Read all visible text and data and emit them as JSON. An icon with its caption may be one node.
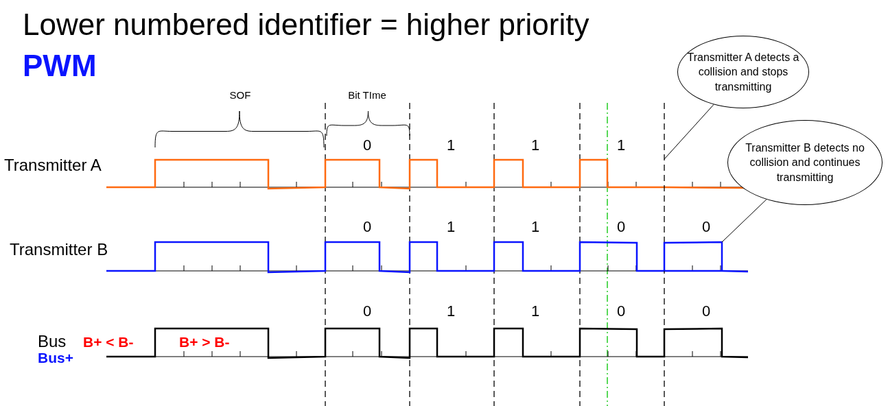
{
  "diagram": {
    "title": "Lower numbered identifier = higher priority",
    "nodes": [
      {
        "text": [
          "Transmitter A detects a collision and stops transmitting"
        ]
      },
      {
        "text": [
          "Transmitter B detects no collision and continues transmitting"
        ]
      },
      {
        "text": [],
        "shape": "line"
      },
      {
        "text": [],
        "shape": "pulse"
      }
    ],
    "edges": [
      {
        "from": 0,
        "to": 2,
        "arrow": "none"
      },
      {
        "from": 1,
        "to": 3,
        "arrow": "none"
      }
    ],
    "labels": [
      "PWM",
      "SOF",
      "Bit TIme",
      "0",
      "1",
      "1",
      "1",
      "Transmitter A",
      "0",
      "1",
      "1",
      "0",
      "0",
      "Transmitter B",
      "0",
      "1",
      "1",
      "0",
      "0",
      "Bus",
      "B+ < B-",
      "B+ > B-",
      "Bus+"
    ]
  }
}
